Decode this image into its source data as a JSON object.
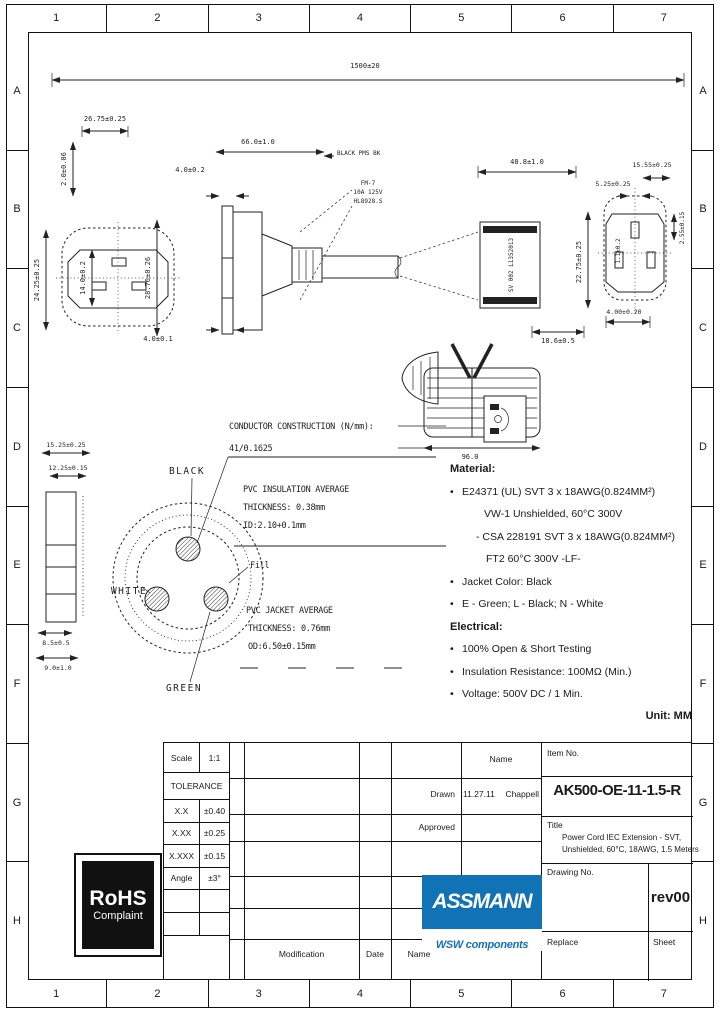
{
  "sheet": {
    "cols": [
      "1",
      "2",
      "3",
      "4",
      "5",
      "6",
      "7"
    ],
    "rows": [
      "A",
      "B",
      "C",
      "D",
      "E",
      "F",
      "G",
      "H"
    ]
  },
  "drawing": {
    "dim_overall": "1500±20",
    "left": {
      "width": "26.75±0.25",
      "pin_depth": "2.0±0.06",
      "height": "24.25±0.25",
      "pin_span": "14.0±0.2",
      "body_height": "28.76±0.26",
      "notch": "4.0±0.2",
      "face_thickness": "4.0±0.1"
    },
    "mid": {
      "mold_length": "66.0±1.0",
      "pms_note": "BLACK PMS BK",
      "marking1": "FM-7",
      "marking2": "10A 125V",
      "marking3": "HL8928.S"
    },
    "right": {
      "mold_length": "48.8±1.0",
      "body_height": "22.75±0.25",
      "face_width": "18.6±0.5",
      "top_width": "15.55±0.25",
      "pin_offset": "5.25±0.25",
      "pin_thickness": "2.55±0.15",
      "pin_width": "4.00±0.20",
      "pin_gap": "1.1±0.2",
      "marking": "SV 002 L1352013"
    },
    "detail": {
      "length": "96.0"
    },
    "cross_section": {
      "od_dim": "15.25±0.25",
      "id_dim": "12.25±0.15",
      "w1": "8.5±0.5",
      "w2": "9.0±1.0",
      "wire_black": "BLACK",
      "wire_white": "WHITE",
      "wire_green": "GREEN",
      "fill": "Fill"
    },
    "construction": {
      "cond1": "CONDUCTOR CONSTRUCTION (N/mm):",
      "cond2": "41/0.1625",
      "ins1": "PVC INSULATION AVERAGE",
      "ins2": "THICKNESS: 0.38mm",
      "ins3": "ID:2.10+0.1mm",
      "jkt1": "PVC JACKET AVERAGE",
      "jkt2": "THICKNESS: 0.76mm",
      "jkt3": "OD:6.50±0.15mm"
    }
  },
  "notes": {
    "material_heading": "Material:",
    "material": [
      {
        "b": "•",
        "t": "E24371 (UL) SVT 3 x 18AWG(0.824MM²)"
      },
      {
        "b": "",
        "t": "VW-1 Unshielded, 60°C 300V"
      },
      {
        "b": "",
        "t": "- CSA 228191 SVT 3 x 18AWG(0.824MM²)"
      },
      {
        "b": "",
        "t": "FT2 60°C 300V -LF-"
      },
      {
        "b": "•",
        "t": "Jacket Color: Black"
      },
      {
        "b": "•",
        "t": "E - Green; L - Black; N - White"
      }
    ],
    "electrical_heading": "Electrical:",
    "electrical": [
      {
        "b": "•",
        "t": "100% Open & Short Testing"
      },
      {
        "b": "•",
        "t": "Insulation Resistance: 100MΩ (Min.)"
      },
      {
        "b": "•",
        "t": "Voltage: 500V DC / 1 Min."
      }
    ],
    "unit": "Unit: MM"
  },
  "titleblock": {
    "scale_label": "Scale",
    "scale_value": "1:1",
    "tolerance_label": "TOLERANCE",
    "tol_rows": [
      {
        "k": "X.X",
        "v": "±0.40"
      },
      {
        "k": "X.XX",
        "v": "±0.25"
      },
      {
        "k": "X.XXX",
        "v": "±0.15"
      },
      {
        "k": "Angle",
        "v": "±3°"
      }
    ],
    "name_header": "Name",
    "drawn_label": "Drawn",
    "drawn_date": "11.27.11",
    "drawn_name": "Chappell",
    "approved_label": "Approved",
    "modification_label": "Modification",
    "date_label": "Date",
    "name_label": "Name",
    "item_no_label": "Item No.",
    "item_no": "AK500-OE-11-1.5-R",
    "title_label": "Title",
    "title_line1": "Power Cord IEC Extension - SVT,",
    "title_line2": "Unshielded, 60°C, 18AWG, 1.5 Meters",
    "drawing_no_label": "Drawing No.",
    "rev": "rev00",
    "replace_label": "Replace",
    "sheet_label": "Sheet"
  },
  "logos": {
    "rohs_line1": "RoHS",
    "rohs_line2": "Complaint",
    "assmann": "ASSMANN",
    "assmann_sub": "WSW components",
    "assmann_blue": "#1272b6"
  }
}
